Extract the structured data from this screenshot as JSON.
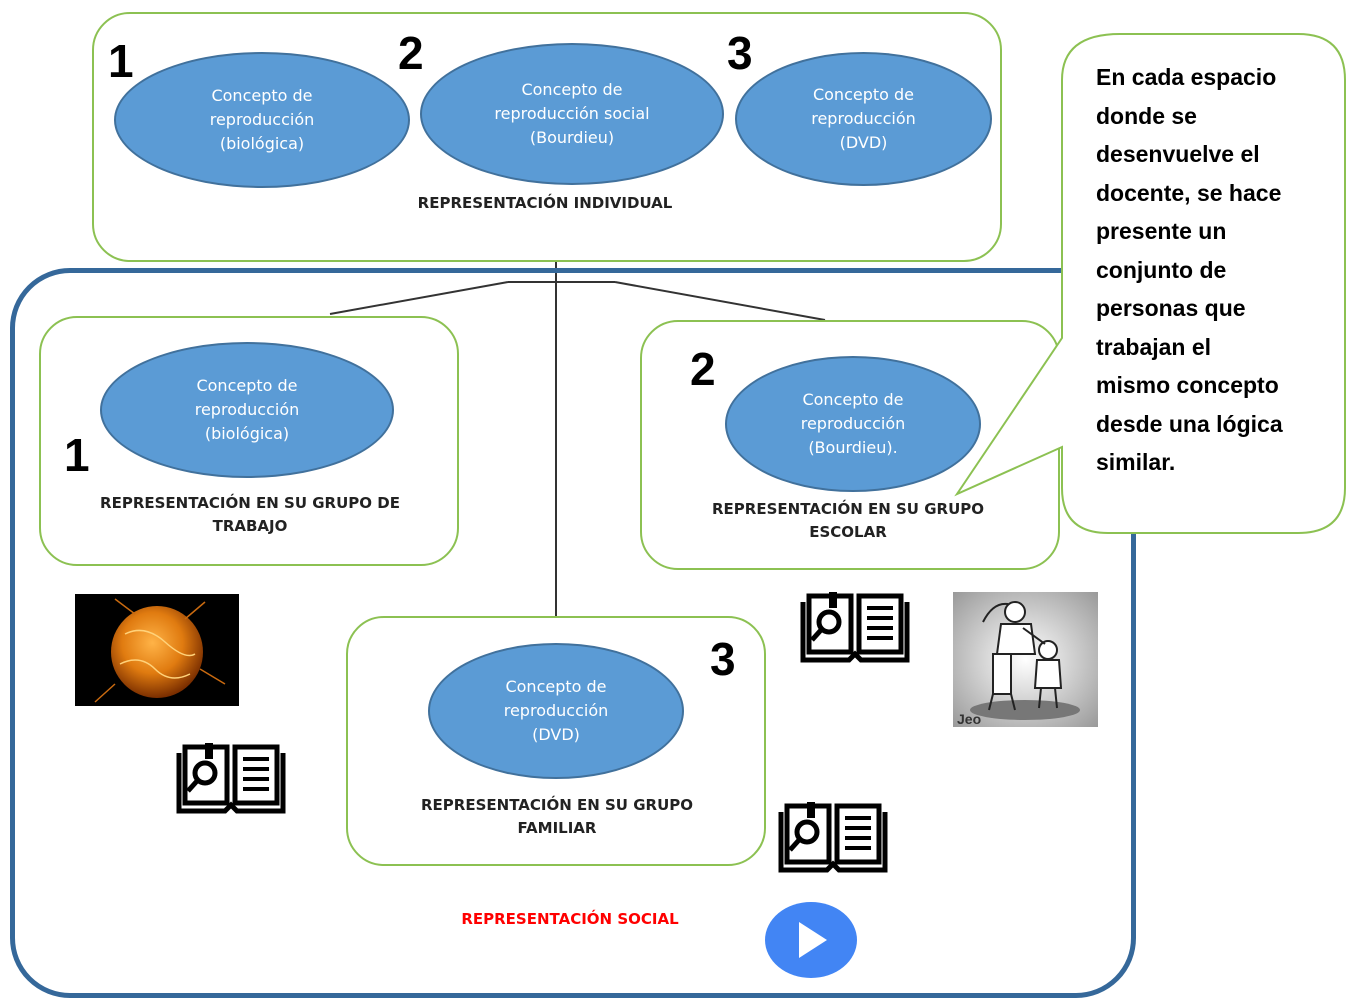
{
  "top": {
    "numbers": [
      "1",
      "2",
      "3"
    ],
    "concepts": [
      "Concepto de\nreproducción\n(biológica)",
      "Concepto de\nreproducción social\n(Bourdieu)",
      "Concepto de\nreproducción\n(DVD)"
    ],
    "caption": "REPRESENTACIÓN INDIVIDUAL"
  },
  "groups": {
    "trabajo": {
      "number": "1",
      "concept": "Concepto de\nreproducción\n(biológica)",
      "caption": "REPRESENTACIÓN EN SU GRUPO DE\nTRABAJO"
    },
    "escolar": {
      "number": "2",
      "concept": "Concepto de\nreproducción\n(Bourdieu).",
      "caption": "REPRESENTACIÓN EN SU GRUPO\nESCOLAR"
    },
    "familiar": {
      "number": "3",
      "concept": "Concepto de\nreproducción\n(DVD)",
      "caption": "REPRESENTACIÓN EN SU GRUPO\nFAMILIAR"
    }
  },
  "social_caption": "REPRESENTACIÓN SOCIAL",
  "callout": {
    "lines": [
      "En cada espacio",
      "donde se",
      "desenvuelve el",
      "docente, se hace",
      "presente un",
      "conjunto de",
      "personas que",
      "trabajan el",
      "mismo concepto",
      "desde una lógica",
      "similar."
    ]
  },
  "colors": {
    "ellipse": "#5b9bd5",
    "green_border": "#8cc152",
    "blue_border": "#35689a",
    "social_caption": "#ff0000",
    "play_button": "#4285f4"
  },
  "icons": [
    "cell-image",
    "book-search-icon",
    "cartoon-illustration",
    "play-button-icon"
  ]
}
